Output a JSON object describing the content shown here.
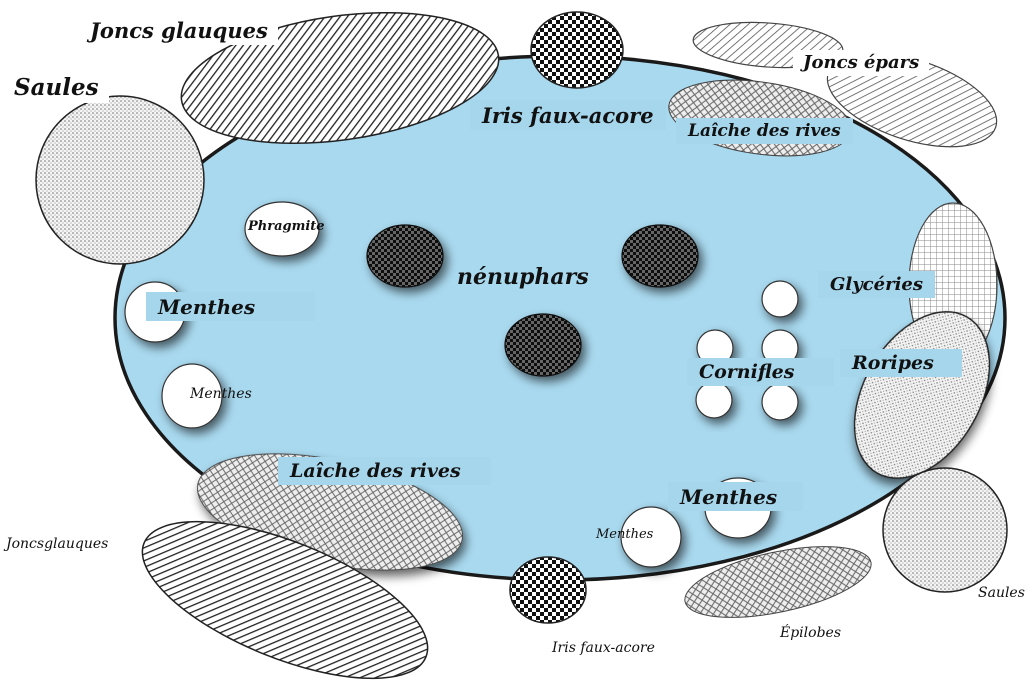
{
  "colors": {
    "water": "#a9d9ef",
    "label_box": "#a6d6ec",
    "outline": "#1a1a1a"
  },
  "labels": {
    "joncs_glauques_top": "Joncs glauques",
    "saules_top": "Saules",
    "iris_top": "Iris faux-acore",
    "joncs_epars": "Joncs épars",
    "laiche_top": "Laîche des rives",
    "phragmite": "Phragmite",
    "nenuphars": "nénuphars",
    "glyceries": "Glycéries",
    "menthes_left": "Menthes",
    "menthes_small_left": "Menthes",
    "cornifles": "Cornifles",
    "roripes": "Roripes",
    "laiche_bottom": "Laîche des rives",
    "menthes_bottom": "Menthes",
    "menthes_small_bottom": "Menthes",
    "joncs_glauques_bottom": "Joncsglauques",
    "iris_bottom": "Iris faux-acore",
    "epilobes": "Épilobes",
    "saules_bottom": "Saules"
  }
}
